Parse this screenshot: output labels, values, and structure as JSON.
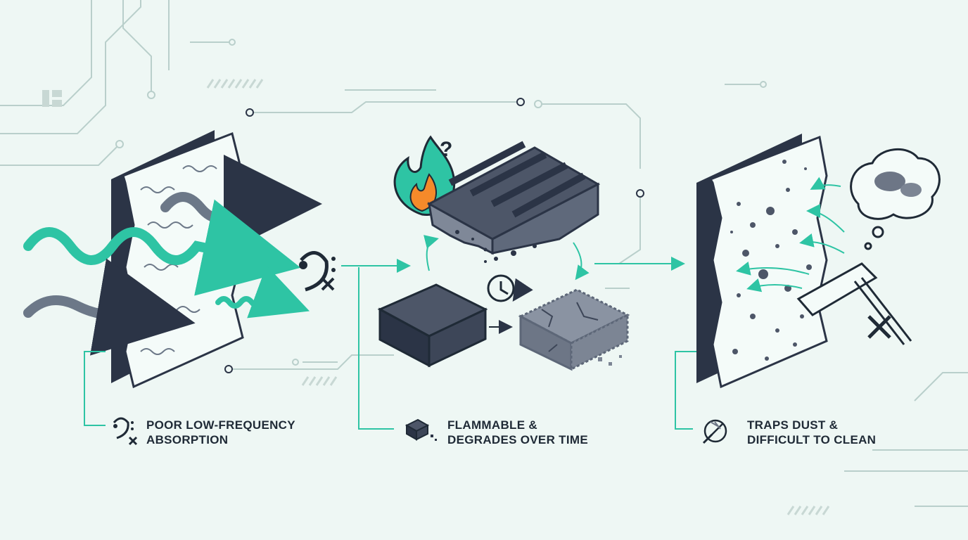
{
  "panels": [
    {
      "id": "low-frequency",
      "line1": "POOR LOW-FREQUENCY",
      "line2": "ABSORPTION",
      "icon": "bass-clef-x-icon"
    },
    {
      "id": "flammable",
      "line1": "FLAMMABLE &",
      "line2": "DEGRADES OVER TIME",
      "icon": "crumbling-block-icon"
    },
    {
      "id": "dust",
      "line1": "TRAPS DUST &",
      "line2": "DIFFICULT TO CLEAN",
      "icon": "no-duster-icon"
    }
  ],
  "annotations": {
    "question_mark": "?",
    "x_mark": "×"
  },
  "colors": {
    "teal": "#2ec4a4",
    "navy": "#2b3446",
    "slate": "#5d6778",
    "orange": "#f58a2a",
    "circuit": "#b9cfcb",
    "background": "#eef7f4"
  }
}
